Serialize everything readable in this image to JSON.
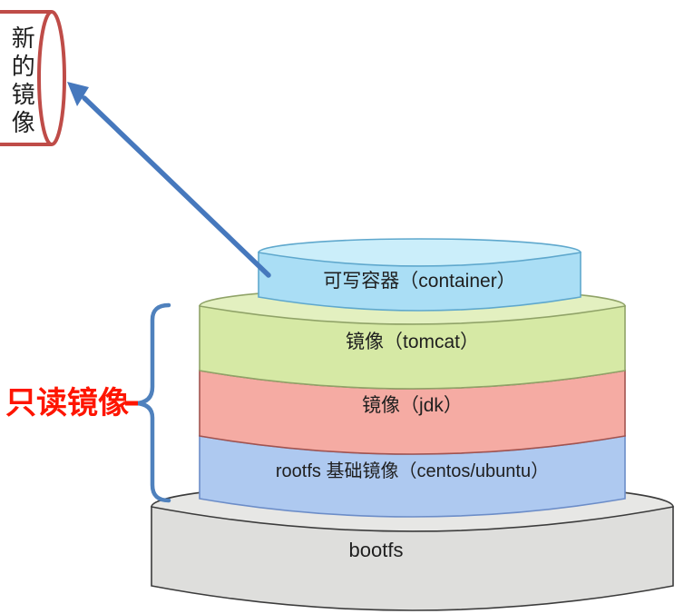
{
  "new_image": {
    "label": "新的镜像",
    "outline_color": "#bf4c48",
    "fill": "#ffffff",
    "text_color": "#1f1f1f"
  },
  "readonly": {
    "label": "只读镜像",
    "color": "#fe1500"
  },
  "arrow": {
    "color": "#4678bd"
  },
  "brace": {
    "color": "#4f81bd"
  },
  "stack": {
    "label_color": "#1f1f1f",
    "layers": [
      {
        "id": "container",
        "label": "可写容器（container）",
        "body_fill": "#aadef5",
        "top_fill": "#cbeefa",
        "stroke": "#5fa8cd"
      },
      {
        "id": "tomcat",
        "label": "镜像（tomcat）",
        "body_fill": "#d6e9a5",
        "top_fill": "#e3f0c0",
        "stroke": "#90a368"
      },
      {
        "id": "jdk",
        "label": "镜像（jdk）",
        "body_fill": "#f5aba3",
        "top_fill": "#f9c2bb",
        "stroke": "#a25450"
      },
      {
        "id": "rootfs",
        "label": "rootfs 基础镜像（centos/ubuntu）",
        "body_fill": "#aec9f0",
        "top_fill": "#c3d6f3",
        "stroke": "#6c8dc8"
      },
      {
        "id": "bootfs",
        "label": "bootfs",
        "body_fill": "#dededc",
        "top_fill": "#e7e7e5",
        "stroke": "#3c3c3c"
      }
    ]
  }
}
